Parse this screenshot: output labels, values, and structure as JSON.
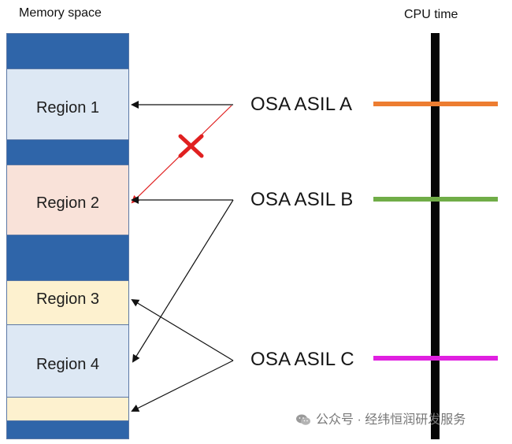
{
  "diagram": {
    "memory_label": "Memory space",
    "cpu_label": "CPU time",
    "regions": [
      {
        "label": "Region 1"
      },
      {
        "label": "Region 2"
      },
      {
        "label": "Region 3"
      },
      {
        "label": "Region 4"
      }
    ],
    "osa": [
      {
        "label": "OSA ASIL A",
        "color": "#ed7d31"
      },
      {
        "label": "OSA ASIL B",
        "color": "#70ad47"
      },
      {
        "label": "OSA ASIL C",
        "color": "#e020e0"
      }
    ],
    "colors": {
      "memory_blue": "#2f65a9",
      "region_blue": "#dde8f4",
      "region_peach": "#f9e2d9",
      "region_yellow": "#fdf1cf",
      "forbidden": "#e02020",
      "cpu_bar": "#050505"
    },
    "watermark": "公众号 · 经纬恒润研发服务"
  }
}
